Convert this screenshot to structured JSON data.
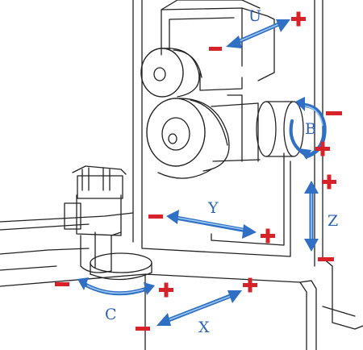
{
  "colors": {
    "line": "#222222",
    "axis_blue": "#2f6fc4",
    "axis_blue_light": "#7fb3ea",
    "sign_red": "#d8222a"
  },
  "axes": {
    "u": {
      "label": "U",
      "plus": "+",
      "minus": "−"
    },
    "b": {
      "label": "B",
      "plus": "+",
      "minus": "−"
    },
    "y": {
      "label": "Y",
      "plus": "+",
      "minus": "−"
    },
    "z": {
      "label": "Z",
      "plus": "+",
      "minus": "−"
    },
    "c": {
      "label": "C",
      "plus": "+",
      "minus": "−"
    },
    "x": {
      "label": "X",
      "plus": "+",
      "minus": "−"
    }
  },
  "icons": {
    "plus": "plus-sign",
    "minus": "minus-sign",
    "double_arrow": "double-arrow",
    "rotation": "rotation-arrow"
  }
}
